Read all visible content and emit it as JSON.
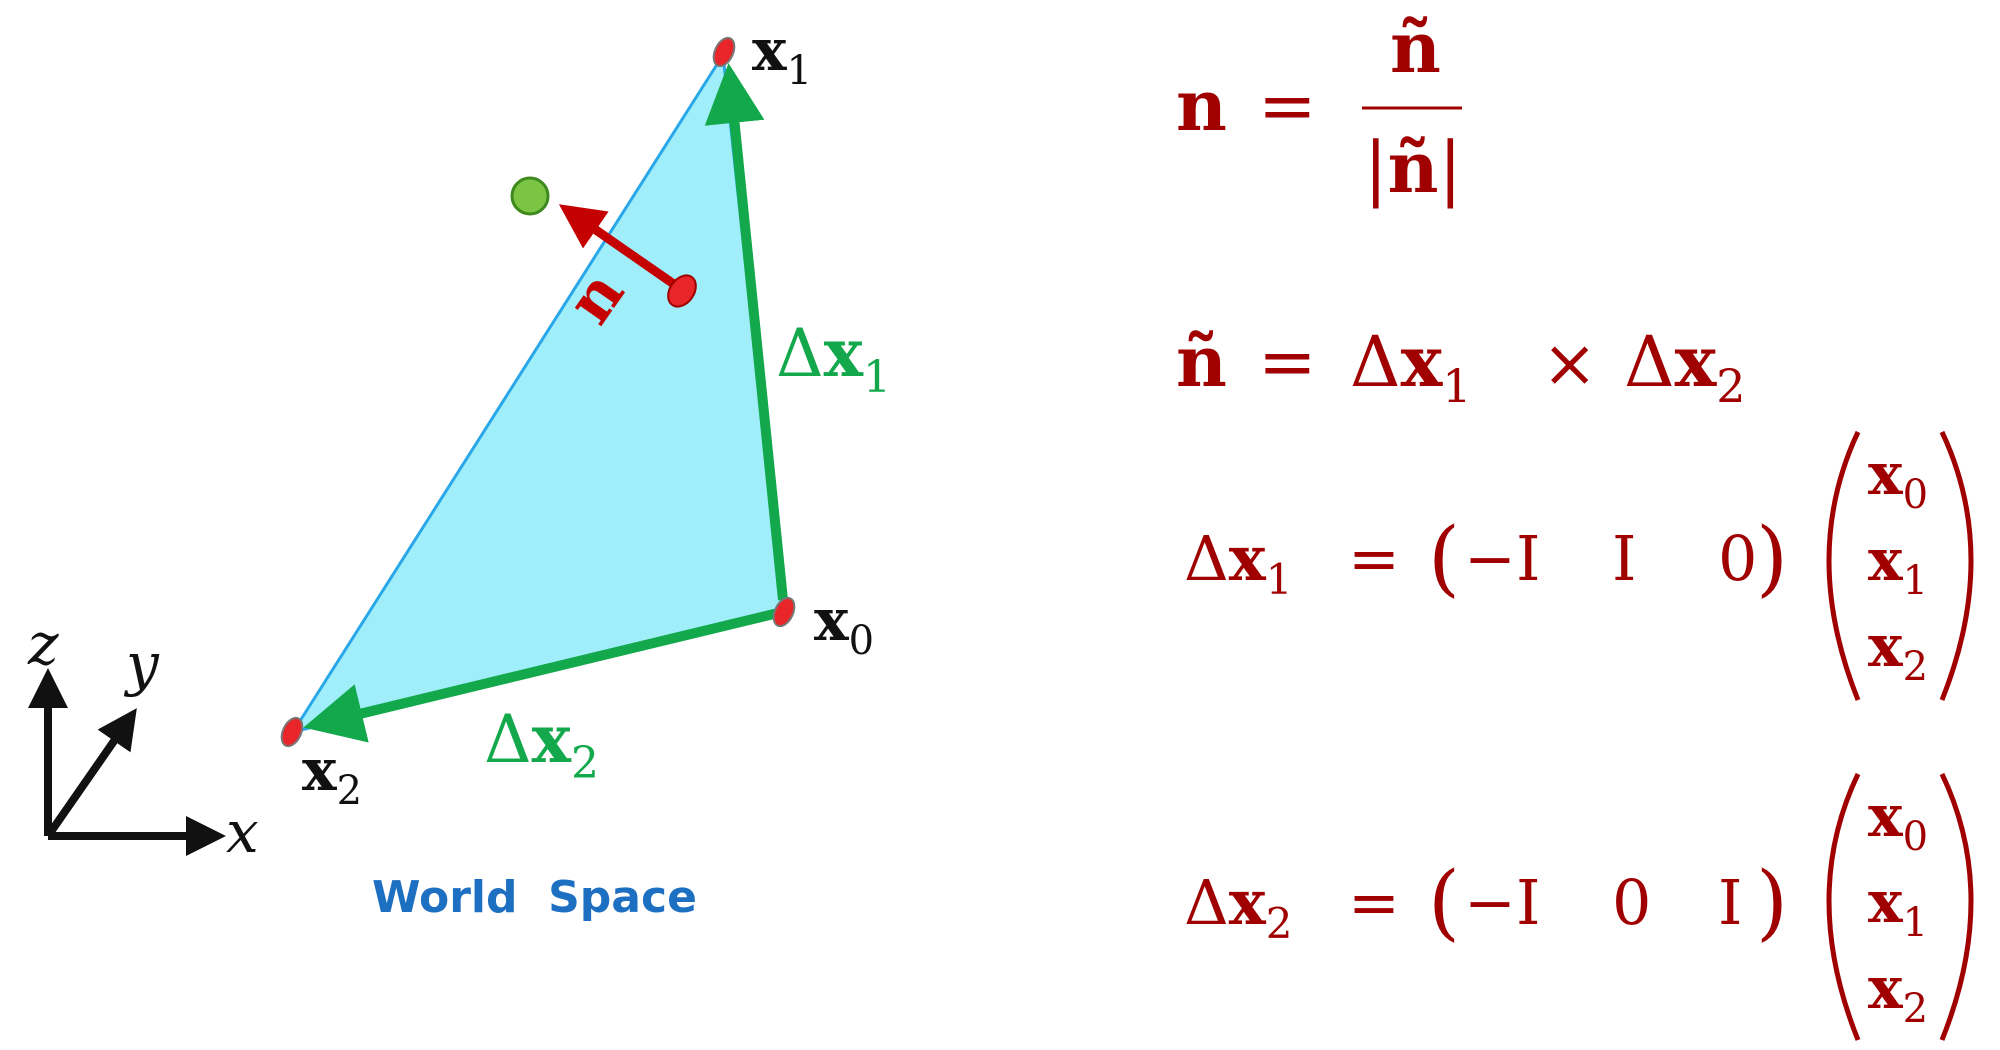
{
  "diagram": {
    "colors": {
      "triangle_fill": "#a1eefb",
      "triangle_edge": "#2aa7e8",
      "edge_vectors": "#13a84b",
      "normal_vector": "#c40000",
      "vertex": "#e8262a",
      "tip_point": "#7cc444",
      "axes": "#111111",
      "caption": "#1d6fc2",
      "equations": "#a00000"
    },
    "vertices": {
      "x0": {
        "base": "x",
        "sub": "0"
      },
      "x1": {
        "base": "x",
        "sub": "1"
      },
      "x2": {
        "base": "x",
        "sub": "2"
      }
    },
    "edges": {
      "dx1": {
        "delta": "Δ",
        "base": "x",
        "sub": "1"
      },
      "dx2": {
        "delta": "Δ",
        "base": "x",
        "sub": "2"
      }
    },
    "normal_label": "n",
    "axes": {
      "x": "x",
      "y": "y",
      "z": "z"
    },
    "caption": "World  Space"
  },
  "equations": {
    "eq1": {
      "lhs": "n",
      "eq": "=",
      "num": "ñ",
      "den_bar_l": "|",
      "den": "ñ",
      "den_bar_r": "|"
    },
    "eq2": {
      "lhs": "ñ",
      "eq": "=",
      "t1": {
        "delta": "Δ",
        "base": "x",
        "sub": "1"
      },
      "op": "×",
      "t2": {
        "delta": "Δ",
        "base": "x",
        "sub": "2"
      }
    },
    "eq3": {
      "lhs": {
        "delta": "Δ",
        "base": "x",
        "sub": "1"
      },
      "eq": "=",
      "lparen": "(",
      "rparen": ")",
      "row": [
        "−I",
        "I",
        "0"
      ],
      "vec": [
        {
          "base": "x",
          "sub": "0"
        },
        {
          "base": "x",
          "sub": "1"
        },
        {
          "base": "x",
          "sub": "2"
        }
      ]
    },
    "eq4": {
      "lhs": {
        "delta": "Δ",
        "base": "x",
        "sub": "2"
      },
      "eq": "=",
      "lparen": "(",
      "rparen": ")",
      "row": [
        "−I",
        "0",
        "I"
      ],
      "vec": [
        {
          "base": "x",
          "sub": "0"
        },
        {
          "base": "x",
          "sub": "1"
        },
        {
          "base": "x",
          "sub": "2"
        }
      ]
    }
  }
}
